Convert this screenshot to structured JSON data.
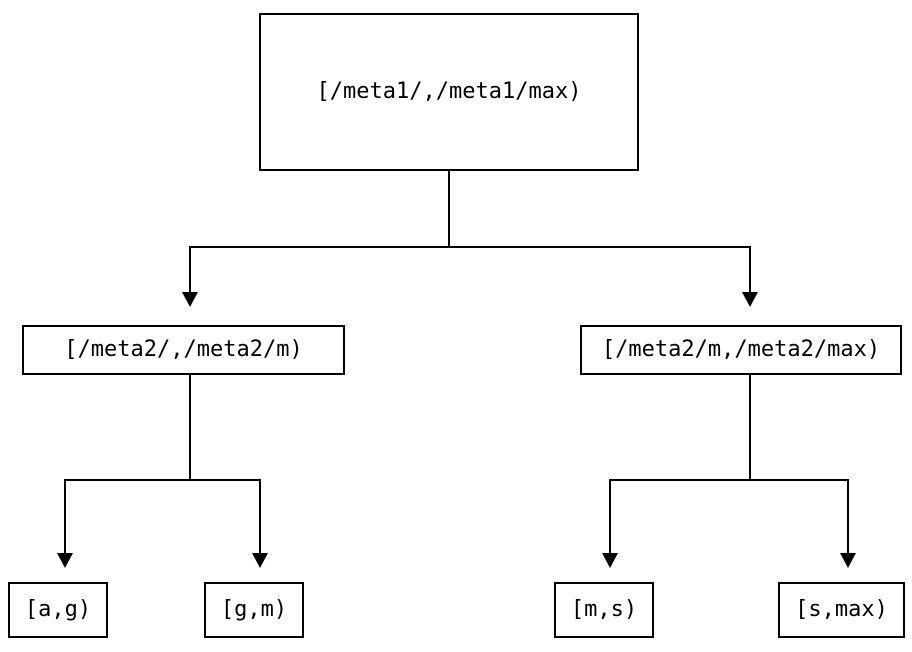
{
  "diagram": {
    "type": "tree",
    "colors": {
      "background": "#ffffff",
      "stroke": "#000000",
      "text": "#000000"
    },
    "nodes": {
      "root": {
        "label": "[/meta1/,/meta1/max)"
      },
      "left": {
        "label": "[/meta2/,/meta2/m)"
      },
      "right": {
        "label": "[/meta2/m,/meta2/max)"
      },
      "leaf_ag": {
        "label": "[a,g)"
      },
      "leaf_gm": {
        "label": "[g,m)"
      },
      "leaf_ms": {
        "label": "[m,s)"
      },
      "leaf_smax": {
        "label": "[s,max)"
      }
    },
    "edges": [
      {
        "from": "root",
        "to": "left"
      },
      {
        "from": "root",
        "to": "right"
      },
      {
        "from": "left",
        "to": "leaf_ag"
      },
      {
        "from": "left",
        "to": "leaf_gm"
      },
      {
        "from": "right",
        "to": "leaf_ms"
      },
      {
        "from": "right",
        "to": "leaf_smax"
      }
    ]
  }
}
